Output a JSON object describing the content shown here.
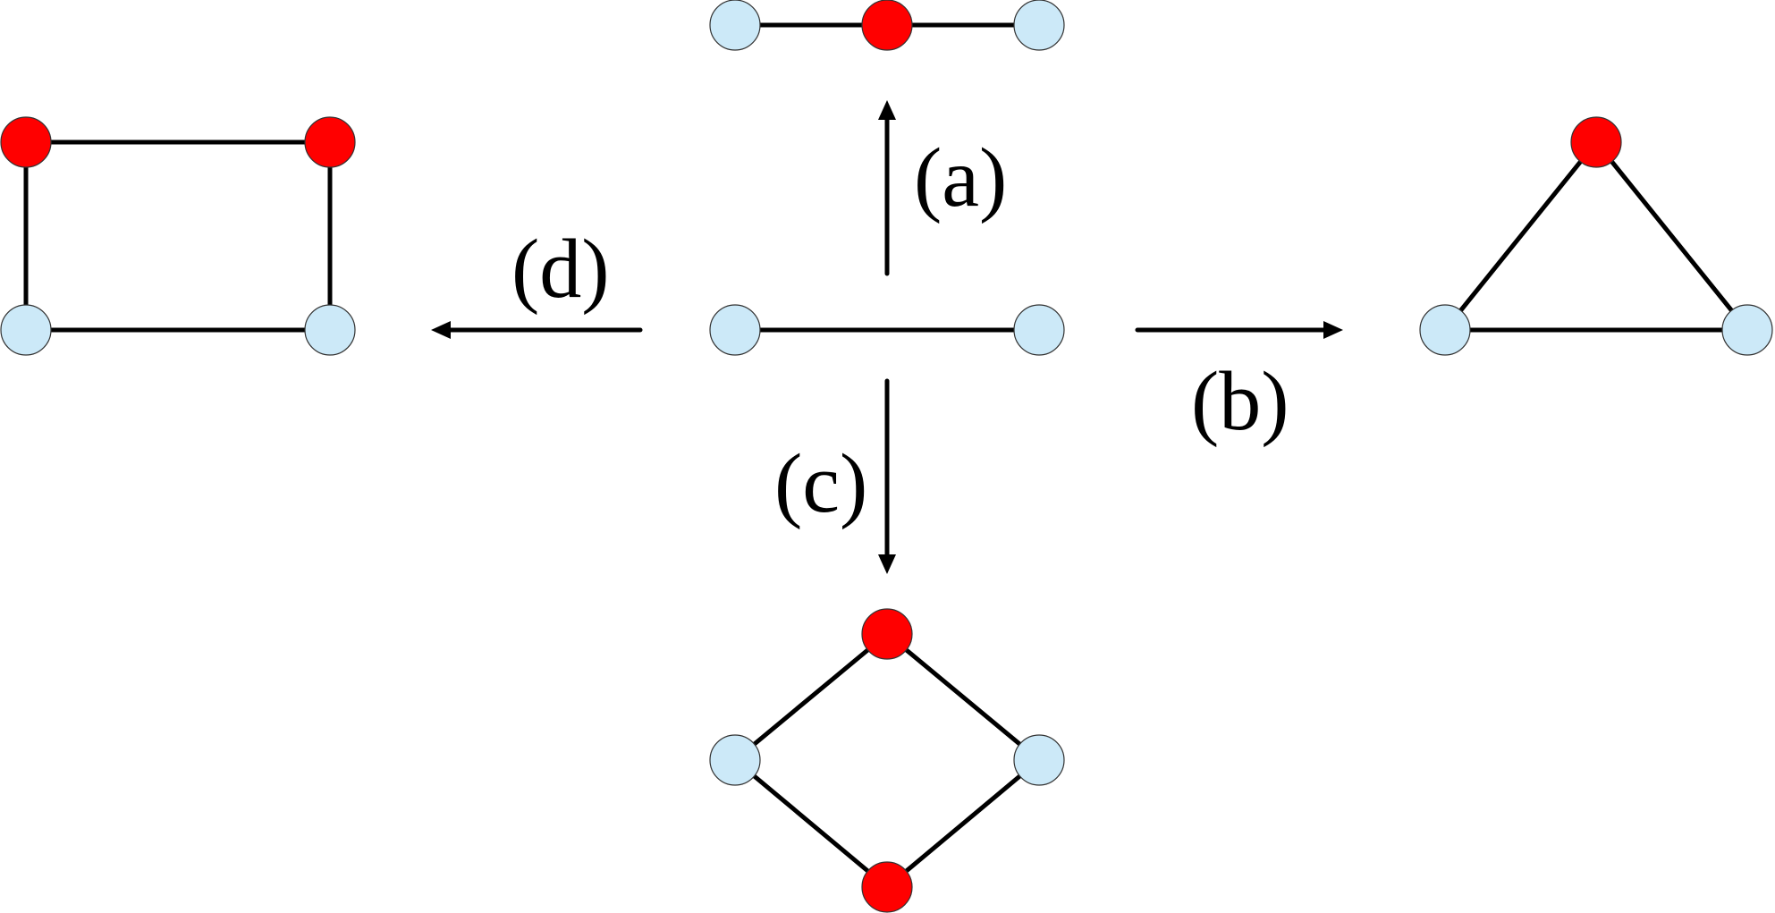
{
  "colors": {
    "highlight_node": "#ff0000",
    "plain_node": "#cce9f8",
    "edge": "#000000",
    "background": "#ffffff"
  },
  "labels": {
    "a": "(a)",
    "b": "(b)",
    "c": "(c)",
    "d": "(d)"
  },
  "graphs": {
    "center": {
      "nodes": [
        "plain",
        "plain"
      ],
      "edges": [
        [
          0,
          1
        ]
      ]
    },
    "a": {
      "nodes": [
        "plain",
        "highlight",
        "plain"
      ],
      "edges": [
        [
          0,
          1
        ],
        [
          1,
          2
        ]
      ]
    },
    "b": {
      "nodes": [
        "highlight",
        "plain",
        "plain"
      ],
      "edges": [
        [
          0,
          1
        ],
        [
          0,
          2
        ],
        [
          1,
          2
        ]
      ]
    },
    "c": {
      "nodes": [
        "highlight",
        "plain",
        "plain",
        "highlight"
      ],
      "edges": [
        [
          0,
          1
        ],
        [
          0,
          2
        ],
        [
          1,
          3
        ],
        [
          2,
          3
        ]
      ]
    },
    "d": {
      "nodes": [
        "highlight",
        "highlight",
        "plain",
        "plain"
      ],
      "edges": [
        [
          0,
          1
        ],
        [
          0,
          2
        ],
        [
          1,
          3
        ],
        [
          2,
          3
        ]
      ]
    }
  }
}
